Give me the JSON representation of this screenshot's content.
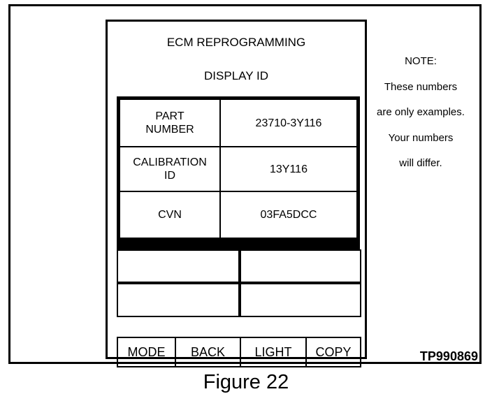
{
  "screen": {
    "title": "ECM REPROGRAMMING",
    "subtitle": "DISPLAY ID"
  },
  "id_table": [
    {
      "label": "PART\nNUMBER",
      "value": "23710-3Y116"
    },
    {
      "label": "CALIBRATION\nID",
      "value": "13Y116"
    },
    {
      "label": "CVN",
      "value": "03FA5DCC"
    }
  ],
  "softkeys": [
    "MODE",
    "BACK",
    "LIGHT",
    "COPY"
  ],
  "note": {
    "heading": "NOTE:",
    "lines": [
      "These numbers",
      "are only examples.",
      "Your numbers",
      "will differ."
    ]
  },
  "figure_code": "TP990869",
  "caption": "Figure 22"
}
